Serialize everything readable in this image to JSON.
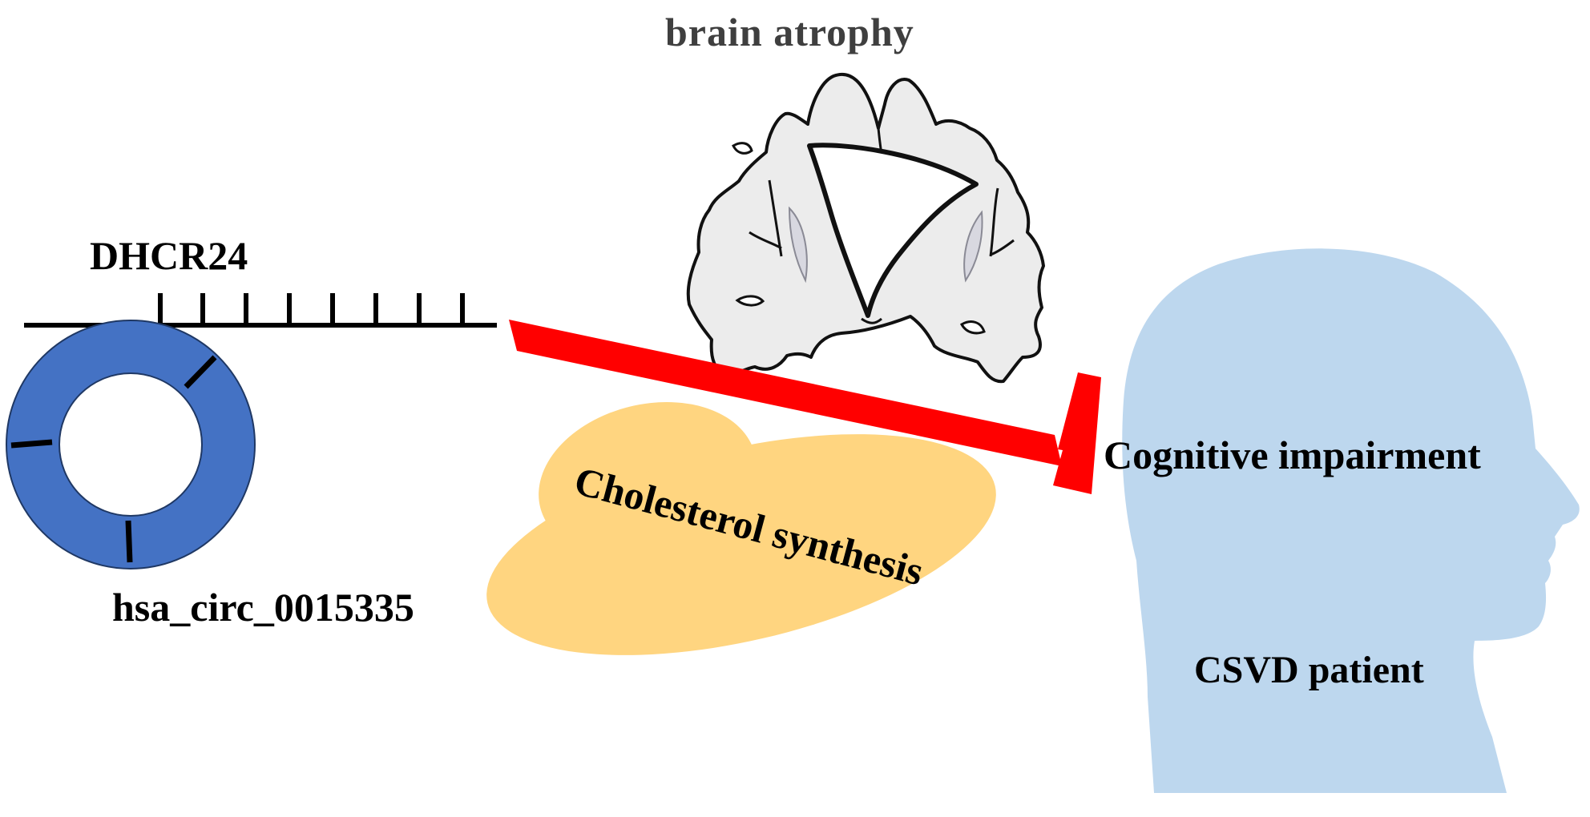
{
  "labels": {
    "brain": "brain atrophy",
    "gene": "DHCR24",
    "circ": "hsa_circ_0015335",
    "cholesterol": "Cholesterol synthesis",
    "cognitive": "Cognitive impairment",
    "patient": "CSVD patient"
  },
  "colors": {
    "circ_ring": "#4472c4",
    "inhibition": "#ff0000",
    "head": "#bdd7ee",
    "cholesterol": "#ffd580",
    "brain_fill": "#ececec",
    "brain_inner": "#dcdce4",
    "brain_text": "#3f3f3f",
    "text": "#000000"
  },
  "icons": [
    "brain-section-icon",
    "head-silhouette-icon",
    "circular-rna-icon",
    "inhibition-arrow-icon",
    "cholesterol-blob-icon"
  ]
}
